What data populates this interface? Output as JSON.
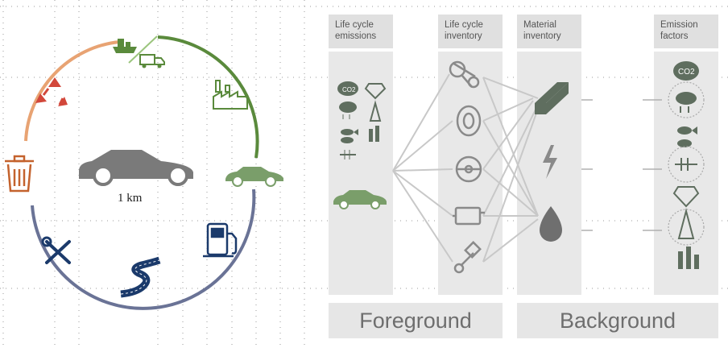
{
  "left_cycle": {
    "center_label": "1 km",
    "stages": [
      "transport-icon",
      "factory-icon",
      "car-icon",
      "fuel-pump-icon",
      "road-icon",
      "tools-icon",
      "trash-icon",
      "recycle-icon"
    ],
    "colors": {
      "manufacturing": "#5a8a3c",
      "use": "#6a7396",
      "end_of_life": "#e8a373",
      "recycle": "#d2473a",
      "trash": "#c4622d",
      "road": "#1b3a6b"
    }
  },
  "columns": {
    "lca_emissions": "Life cycle\nemissions",
    "lca_inventory": "Life cycle\ninventory",
    "material_inventory": "Material\ninventory",
    "emission_factors": "Emission\nfactors"
  },
  "bands": {
    "foreground": "Foreground",
    "background": "Background"
  },
  "icons": {
    "emission_icons": [
      "co2-cloud-icon",
      "diamond-icon",
      "rain-cloud-icon",
      "oil-rig-icon",
      "fish-icon",
      "smokestack-icon",
      "fish-bone-icon"
    ],
    "inventory_items": [
      "belt-icon",
      "tire-icon",
      "steering-wheel-icon",
      "engine-icon",
      "piston-icon"
    ],
    "materials": [
      "steel-beam-icon",
      "lightning-icon",
      "oil-drop-icon"
    ],
    "factor_icons": [
      "co2-cloud-icon",
      "rain-cloud-icon",
      "fish-icon",
      "fish-bone-icon",
      "diamond-icon",
      "oil-rig-icon",
      "smokestack-icon"
    ]
  }
}
